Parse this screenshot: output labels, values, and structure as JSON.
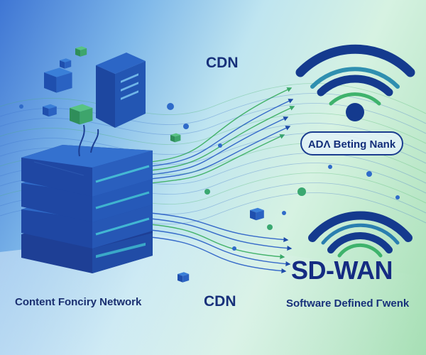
{
  "labels": {
    "cdn_top": "CDN",
    "cdn_bottom": "CDN",
    "left_caption": "Content Fonciry Network",
    "pill_text": "ADΛ Beting Nank",
    "sdwan_title": "SD-WAN",
    "sdwan_subtitle": "Software Defined Γwenk"
  },
  "colors": {
    "server_top": "#2f69c4",
    "server_side": "#1f4aa6",
    "server_stripe": "#38a8c8",
    "cube_blue": "#2f6fd0",
    "cube_green": "#4ab27a",
    "flow_blue": "#3569c9",
    "flow_green": "#45b36b",
    "wifi_dark": "#143a8e",
    "wifi_green": "#3fb36c",
    "text": "#17307a"
  },
  "icons": {
    "server": "server-stack-icon",
    "cubes": "data-cube-icon",
    "wifi_top": "wifi-icon",
    "wifi_bottom": "wifi-icon"
  }
}
